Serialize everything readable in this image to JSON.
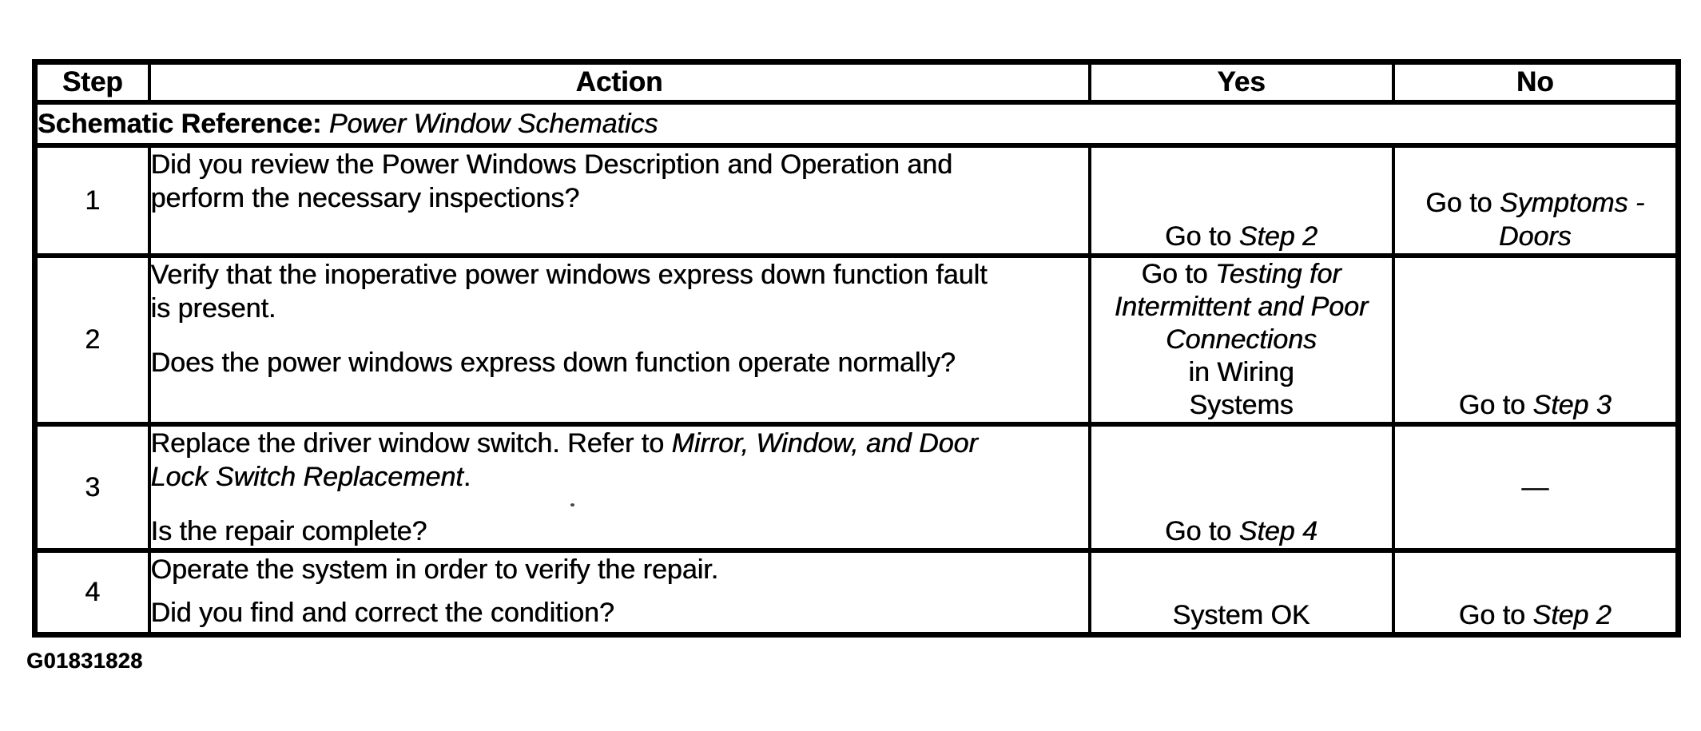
{
  "document": {
    "table": {
      "header": {
        "step": "Step",
        "action": "Action",
        "yes": "Yes",
        "no": "No"
      },
      "schematic": {
        "label": "Schematic Reference:",
        "value": "Power Window Schematics"
      },
      "steps": [
        {
          "num": "1",
          "action": {
            "p1_l1": "Did you review the Power Windows Description and Operation and",
            "p1_l2": "perform the necessary inspections?"
          },
          "yes": {
            "pre": "Go to ",
            "link": "Step 2"
          },
          "no": {
            "pre": "Go to ",
            "link_l1": "Symptoms -",
            "link_l2": "Doors"
          }
        },
        {
          "num": "2",
          "action": {
            "p1_l1": "Verify that the inoperative power windows express down function fault",
            "p1_l2": "is present.",
            "p2": "Does the power windows express down function operate normally?"
          },
          "yes": {
            "pre": "Go to ",
            "link_l1": "Testing for",
            "link_l2": "Intermittent and Poor",
            "link_l3": "Connections",
            "plain_l4": "in Wiring",
            "plain_l5": "Systems"
          },
          "no": {
            "pre": "Go to ",
            "link": "Step 3"
          }
        },
        {
          "num": "3",
          "action": {
            "p1_l1_pre": "Replace the driver window switch. Refer to ",
            "p1_l1_italic": "Mirror, Window, and Door",
            "p1_l2_italic": "Lock Switch Replacement",
            "p1_l2_end": ".",
            "p2": "Is the repair complete?"
          },
          "yes": {
            "pre": "Go to ",
            "link": "Step 4"
          },
          "no": {
            "dash": "—"
          }
        },
        {
          "num": "4",
          "action": {
            "p1": "Operate the system in order to verify the repair.",
            "p2": "Did you find and correct the condition?"
          },
          "yes": {
            "text": "System OK"
          },
          "no": {
            "pre": "Go to ",
            "link": "Step 2"
          }
        }
      ]
    },
    "figure_id": "G01831828"
  }
}
